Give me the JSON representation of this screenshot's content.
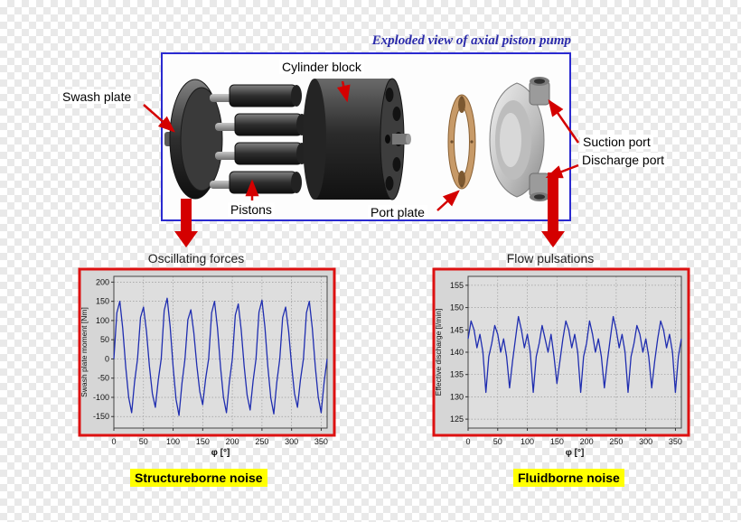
{
  "colors": {
    "box_blue_border": "#2a2ad0",
    "caption_blue": "#2a2aaa",
    "arrow_red": "#d40000",
    "chart_border_red": "#dd1111",
    "highlight_yellow": "#ffff00",
    "line_blue": "#1f2db0",
    "panel_gray": "#d6d6d6",
    "plot_gray": "#dedede"
  },
  "diagram": {
    "caption": "Exploded view of axial piston pump",
    "labels": {
      "swash_plate": "Swash plate",
      "cylinder_block": "Cylinder block",
      "pistons": "Pistons",
      "port_plate": "Port plate",
      "suction_port": "Suction port",
      "discharge_port": "Discharge port"
    }
  },
  "footer": {
    "left_label": "Structureborne noise",
    "right_label": "Fluidborne noise"
  },
  "chart_data": [
    {
      "type": "line",
      "title": "Oscillating forces",
      "xlabel": "φ [°]",
      "ylabel": "Swash plate moment [Nm]",
      "xlim": [
        0,
        360
      ],
      "ylim": [
        -180,
        215
      ],
      "xticks": [
        0,
        50,
        100,
        150,
        200,
        250,
        300,
        350
      ],
      "yticks": [
        200,
        150,
        100,
        50,
        0,
        -50,
        -100,
        -150
      ],
      "grid": true,
      "legend": "none",
      "x_start": 0,
      "x_step": 5,
      "y_values": [
        0,
        120,
        150,
        80,
        -20,
        -100,
        -140,
        -60,
        0,
        108,
        135,
        72,
        -18,
        -90,
        -126,
        -54,
        0,
        126,
        158,
        84,
        -21,
        -105,
        -147,
        -63,
        0,
        102,
        128,
        68,
        -17,
        -85,
        -119,
        -51,
        0,
        120,
        150,
        80,
        -20,
        -100,
        -140,
        -60,
        0,
        114,
        143,
        76,
        -19,
        -95,
        -133,
        -57,
        0,
        122,
        153,
        82,
        -20,
        -102,
        -143,
        -61,
        0,
        108,
        135,
        72,
        -18,
        -90,
        -126,
        -54,
        0,
        120,
        150,
        80,
        -20,
        -100,
        -140,
        -60,
        0
      ]
    },
    {
      "type": "line",
      "title": "Flow pulsations",
      "xlabel": "φ [°]",
      "ylabel": "Effective discharge [l/min]",
      "xlim": [
        0,
        360
      ],
      "ylim": [
        123,
        157
      ],
      "xticks": [
        0,
        50,
        100,
        150,
        200,
        250,
        300,
        350
      ],
      "yticks": [
        155,
        150,
        145,
        140,
        135,
        130,
        125
      ],
      "grid": true,
      "legend": "none",
      "x_start": 0,
      "x_step": 5,
      "y_values": [
        143,
        147,
        145,
        141,
        144,
        140,
        131,
        139,
        142,
        146,
        144,
        140,
        143,
        139,
        132,
        138,
        143,
        148,
        145,
        141,
        144,
        140,
        131,
        139,
        142,
        146,
        143,
        140,
        144,
        139,
        133,
        138,
        143,
        147,
        145,
        141,
        144,
        140,
        131,
        139,
        142,
        147,
        144,
        140,
        143,
        139,
        132,
        138,
        143,
        148,
        145,
        141,
        144,
        140,
        131,
        139,
        142,
        146,
        144,
        140,
        143,
        139,
        132,
        138,
        143,
        147,
        145,
        141,
        144,
        140,
        131,
        139,
        143
      ]
    }
  ]
}
